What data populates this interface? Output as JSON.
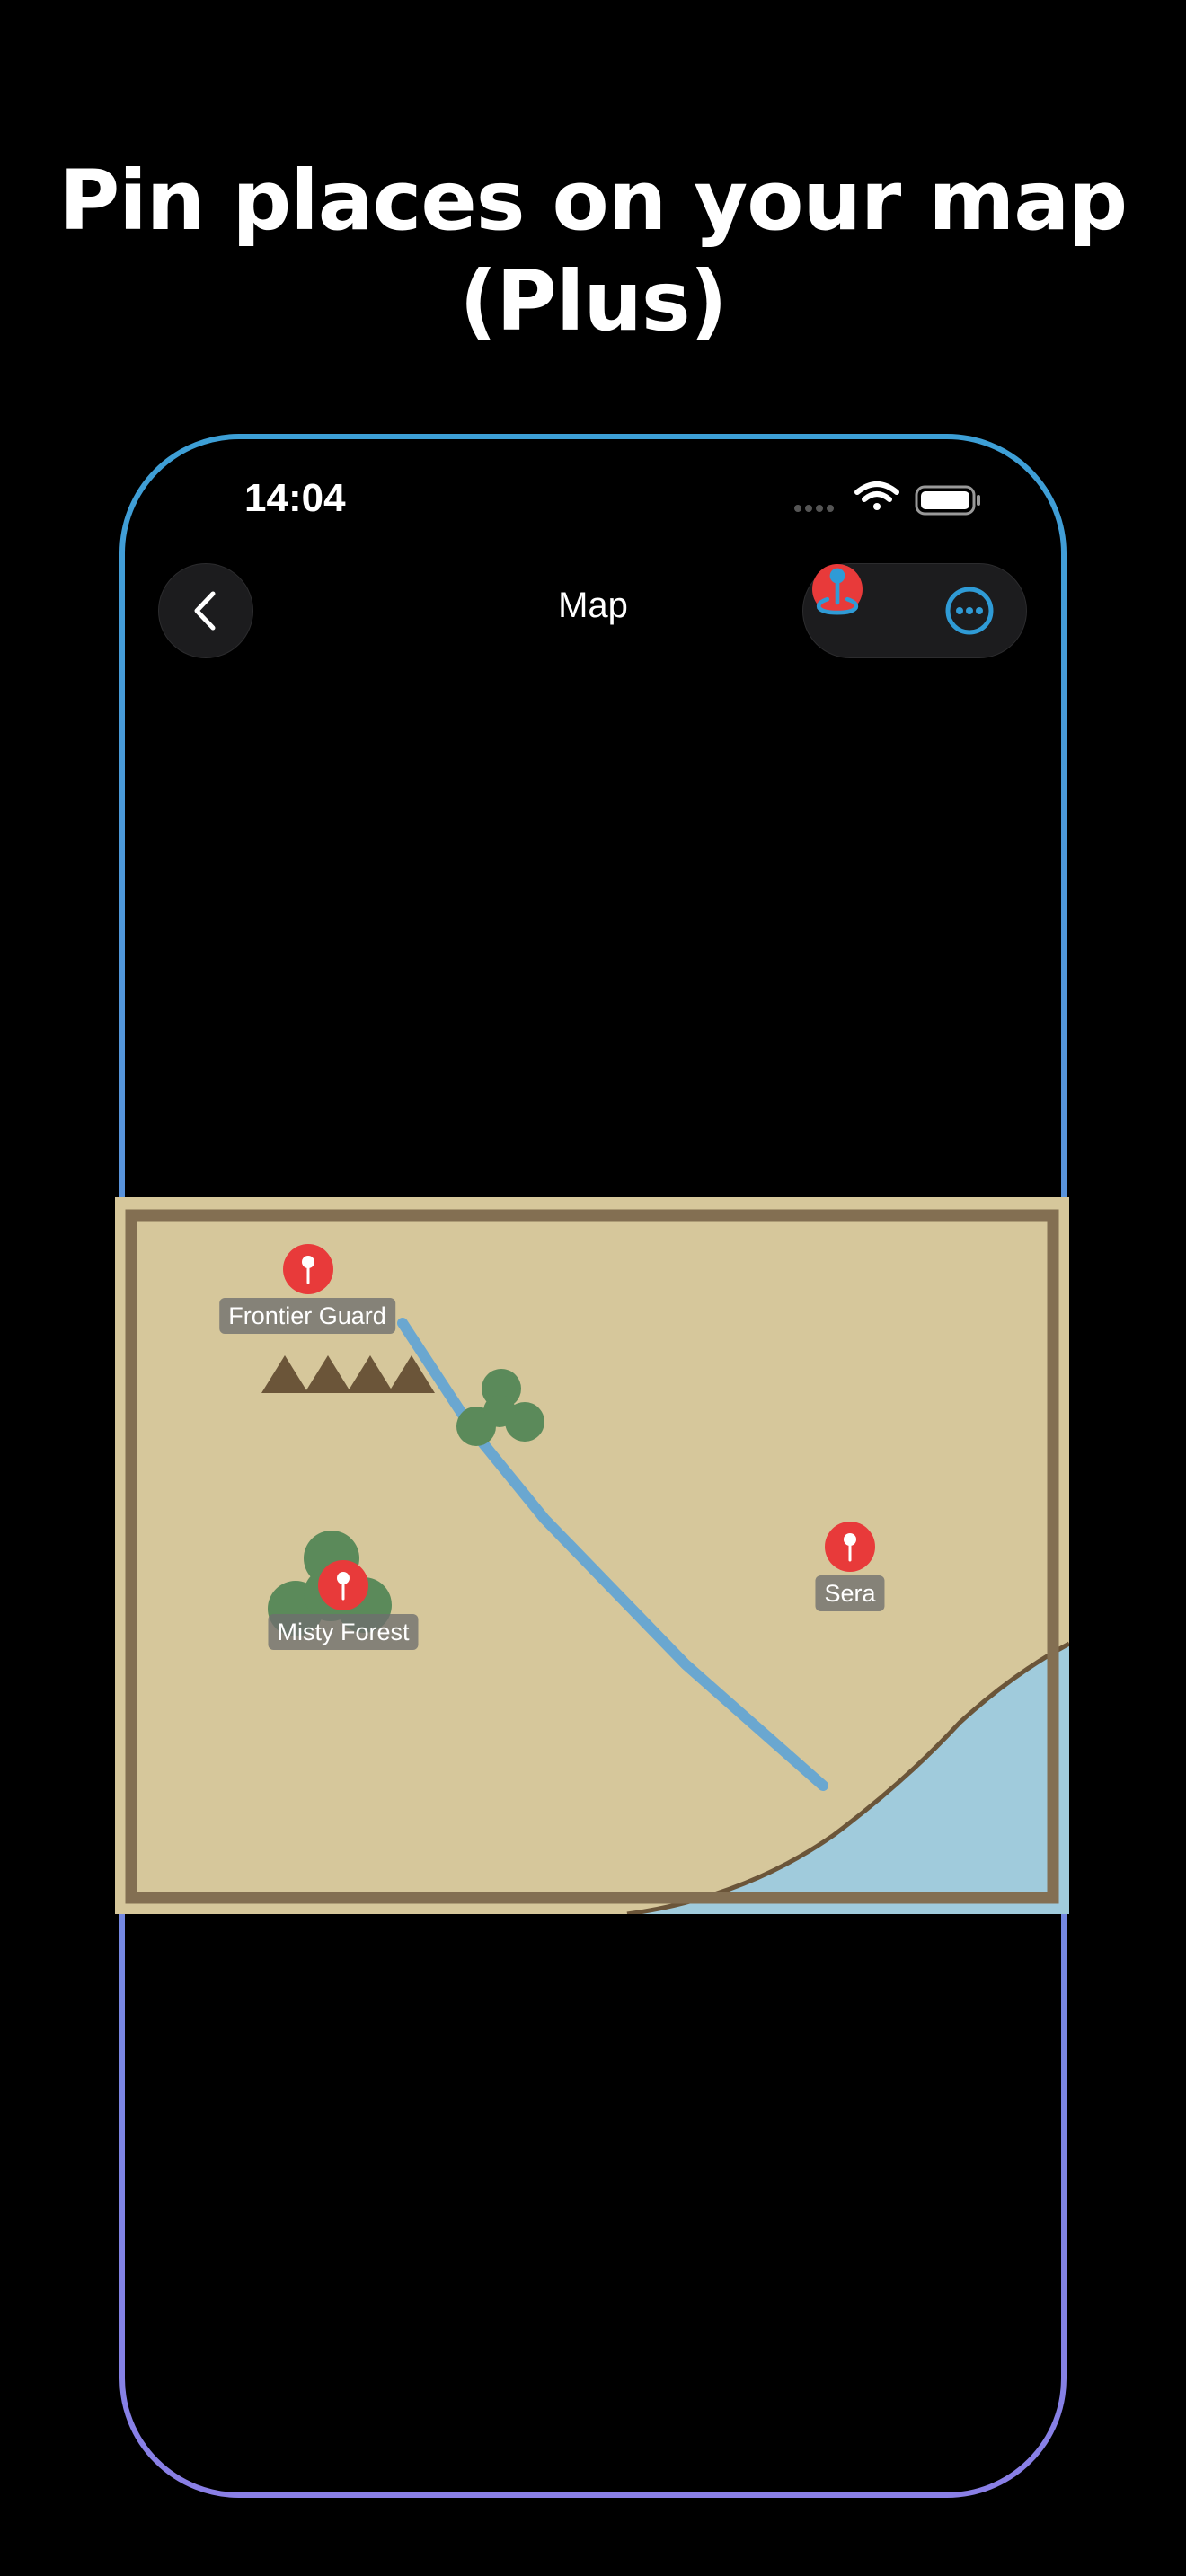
{
  "headline": {
    "line1": "Pin places on your map",
    "line2": "(Plus)"
  },
  "status_bar": {
    "time": "14:04",
    "icons": [
      "cellular-icon",
      "wifi-icon",
      "battery-icon"
    ]
  },
  "nav": {
    "title": "Map",
    "back_icon": "chevron-left-icon",
    "pin_icon": "map-pin-icon",
    "more_icon": "ellipsis-circle-icon"
  },
  "map": {
    "pins": [
      {
        "label": "Frontier Guard"
      },
      {
        "label": "Misty Forest"
      },
      {
        "label": "Sera"
      }
    ],
    "colors": {
      "land": "#d6c79b",
      "border": "#836f52",
      "river": "#6aa7d0",
      "sea": "#a0cbdc",
      "forest": "#5b8a5a",
      "mountain": "#6b5539",
      "pin": "#e83a3a"
    }
  },
  "colors": {
    "accent": "#2f9bd6",
    "frame_top": "#3d9fd6",
    "frame_bottom": "#8a7fe6"
  }
}
